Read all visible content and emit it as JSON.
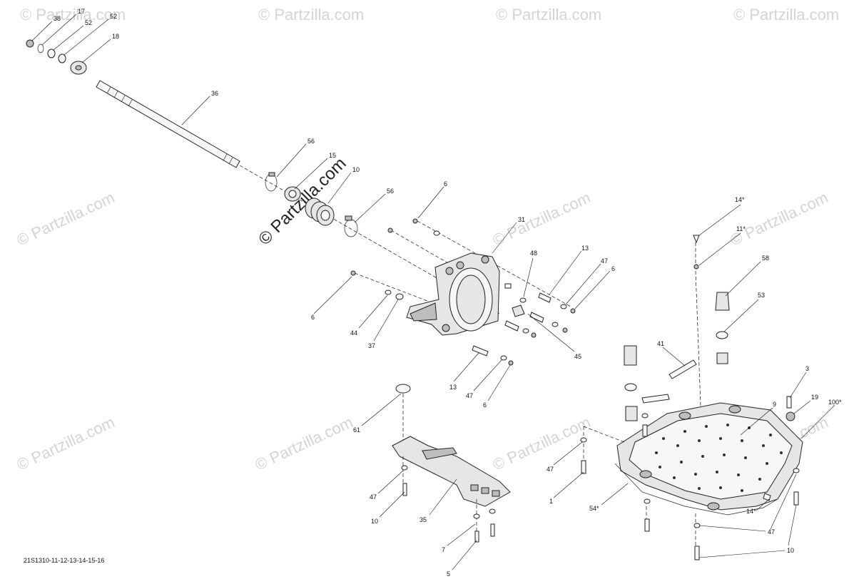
{
  "watermark": "© Partzilla.com",
  "diagram_code": "21S1310-11-12-13-14-15-16",
  "labels": {
    "l38": "38",
    "l17": "17",
    "l52a": "52",
    "l52b": "52",
    "l18": "18",
    "l36": "36",
    "l56a": "56",
    "l15": "15",
    "l10a": "10",
    "l56b": "56",
    "l6a": "6",
    "l31": "31",
    "l48": "48",
    "l13a": "13",
    "l47a": "47",
    "l6b": "6",
    "l6c": "6",
    "l44": "44",
    "l37": "37",
    "l45": "45",
    "l13b": "13",
    "l47b": "47",
    "l6d": "6",
    "l14a": "14*",
    "l11": "11*",
    "l58": "58",
    "l53": "53",
    "l41": "41",
    "l3": "3",
    "l19": "19",
    "l100": "100*",
    "l9": "9",
    "l61": "61",
    "l47c": "47",
    "l10b": "10",
    "l35": "35",
    "l7": "7",
    "l5": "5",
    "l47d": "47",
    "l1": "1",
    "l54": "54*",
    "l14b": "14*",
    "l47e": "47",
    "l10c": "10"
  }
}
